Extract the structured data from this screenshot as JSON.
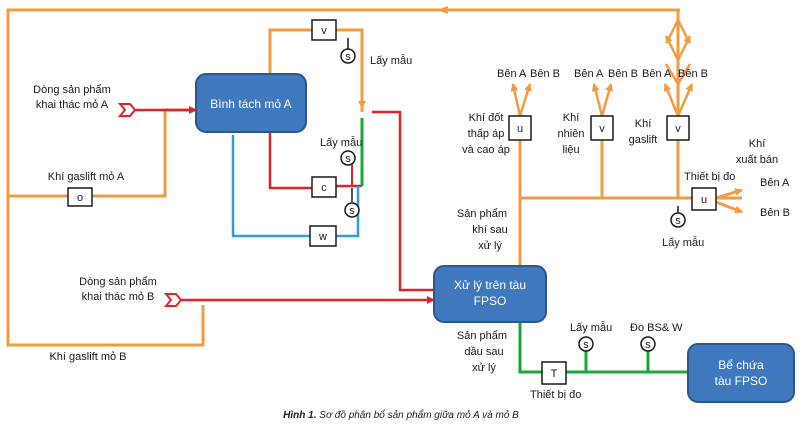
{
  "caption": {
    "bold": "Hình 1.",
    "text": " Sơ đồ phân bổ sản phẩm giữa mỏ A và mỏ B"
  },
  "nodes": {
    "separator_a": "Bình tách mỏ A",
    "fpso_processing": [
      "Xử lý trên tàu",
      "FPSO"
    ],
    "storage_tank": [
      "Bể chứa",
      "tàu FPSO"
    ]
  },
  "symbols": {
    "v": "v",
    "s": "s",
    "o": "o",
    "c": "c",
    "w": "w",
    "u": "u",
    "t": "T"
  },
  "labels": {
    "stream_a": [
      "Dòng sản phẩm",
      "khai thác mỏ A"
    ],
    "gaslift_a": "Khí gaslift mỏ A",
    "stream_b": [
      "Dòng sản phẩm",
      "khai thác mỏ B"
    ],
    "gaslift_b": "Khí gaslift mỏ B",
    "sample_top": "Lấy mẫu",
    "sample_mid": "Lấy mẫu",
    "sample_right": "Lấy mẫu",
    "sample_bottom": "Lấy mẫu",
    "party_a": "Bên A",
    "party_b": "Bên B",
    "fuel_gas_flare": [
      "Khí đốt",
      "thấp áp",
      "và cao áp"
    ],
    "fuel_gas": [
      "Khí",
      "nhiên",
      "liệu"
    ],
    "gaslift_gas": [
      "Khí",
      "gaslift"
    ],
    "sales_gas": [
      "Khí",
      "xuất bán"
    ],
    "meter_right": "Thiết bị đo",
    "meter_bottom": "Thiết bị đo",
    "gas_product": [
      "Sản phẩm",
      "khí sau",
      "xử lý"
    ],
    "oil_product": [
      "Sản phẩm",
      "dầu sau",
      "xử lý"
    ],
    "bsw": "Đo BS& W"
  },
  "colors": {
    "gas_line": "#f39c3f",
    "oil_line": "#e0222b",
    "water_line": "#2e9fda",
    "product_line": "#1aa83a",
    "node_fill": "#3f78bd",
    "node_stroke": "#2a5790"
  }
}
